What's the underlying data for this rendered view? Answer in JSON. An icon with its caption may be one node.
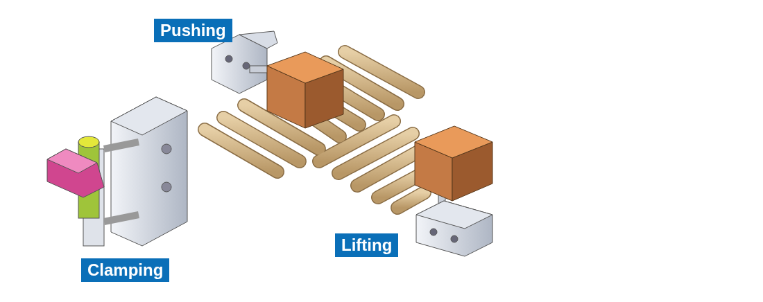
{
  "diagram": {
    "labels": [
      "Pushing",
      "Lifting",
      "Clamping"
    ]
  }
}
